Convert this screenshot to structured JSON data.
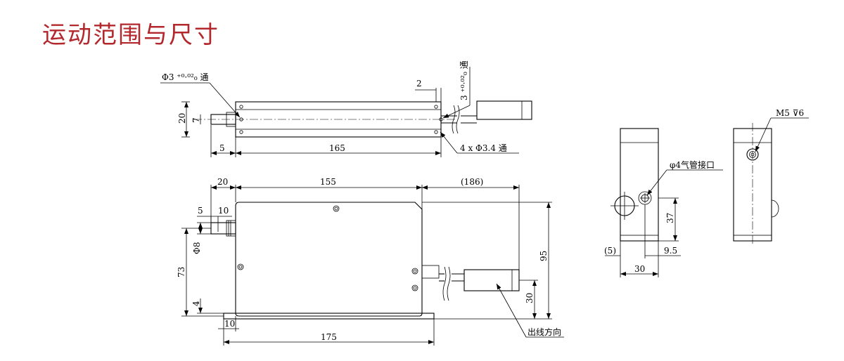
{
  "title": "运动范围与尺寸",
  "colors": {
    "title": "#b3282d",
    "line": "#000000"
  },
  "top_view": {
    "hole_callout": "Φ3 ⁺⁰·⁰²₀ 通",
    "hole_callout_right": "3 ⁺⁰·⁰²₀ 通",
    "dim_2": "2",
    "dim_20": "20",
    "dim_7": "7",
    "dim_5": "5",
    "dim_165": "165",
    "hole_pattern": "4 x Φ3.4 通"
  },
  "front_view": {
    "dim_20": "20",
    "dim_155": "155",
    "dim_186": "(186)",
    "dim_5": "5",
    "dim_10": "10",
    "dim_phi8": "Φ8",
    "dim_73": "73",
    "dim_4": "4",
    "dim_95": "95",
    "dim_30": "30",
    "dim_10b": "10",
    "dim_175": "175",
    "cable_dir": "出线方向"
  },
  "side_view": {
    "air_port": "φ4气管接口",
    "dim_37": "37",
    "dim_5": "(5)",
    "dim_9_5": "9.5",
    "dim_30": "30"
  },
  "end_view": {
    "thread": "M5 ⊽6"
  }
}
